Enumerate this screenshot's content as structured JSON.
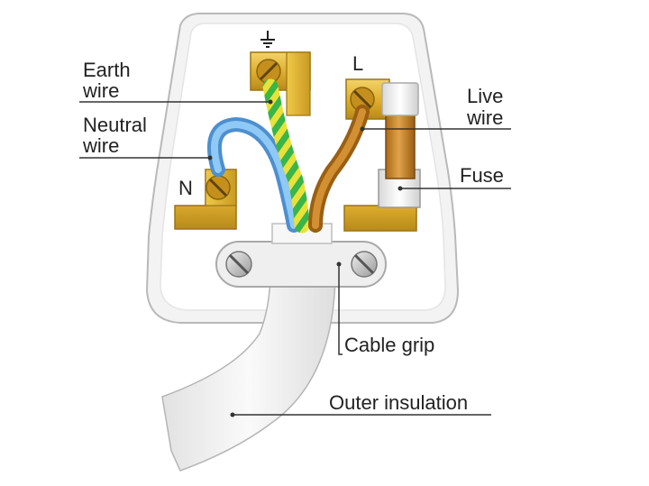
{
  "labels": {
    "earth_line1": "Earth",
    "earth_line2": "wire",
    "neutral_line1": "Neutral",
    "neutral_line2": "wire",
    "live_line1": "Live",
    "live_line2": "wire",
    "fuse": "Fuse",
    "cable_grip": "Cable grip",
    "outer_insulation": "Outer insulation"
  },
  "terminals": {
    "neutral": "N",
    "live": "L"
  },
  "icons": {
    "earth_symbol": "earth-ground-icon"
  },
  "colors": {
    "neutral_wire": "#5aa9e6",
    "earth_wire_green": "#39b54a",
    "earth_wire_yellow": "#e8e23a",
    "live_wire": "#b8741a",
    "brass": "#e0b030",
    "fuse_body": "#c98a2a"
  }
}
